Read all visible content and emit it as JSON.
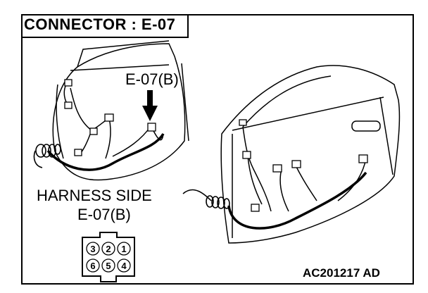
{
  "title": "CONNECTOR : E-07",
  "callout_label": "E-07(B)",
  "harness_label_line1": "HARNESS SIDE",
  "harness_label_line2": "E-07(B)",
  "figure_code": "AC201217 AD",
  "connector_pins": {
    "top_row": [
      "3",
      "2",
      "1"
    ],
    "bottom_row": [
      "6",
      "5",
      "4"
    ]
  }
}
